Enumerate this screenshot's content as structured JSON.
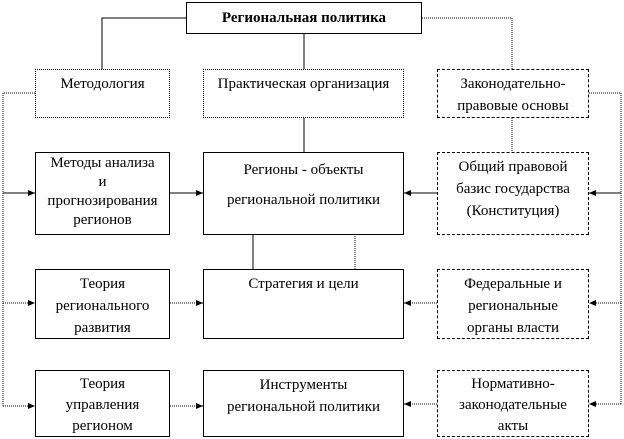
{
  "title": "Региональная политика",
  "columns": {
    "left": {
      "header": [
        "Методология"
      ],
      "items": [
        [
          "Методы анализа",
          "и",
          "прогнозирования",
          "регионов"
        ],
        [
          "Теория",
          "регионального",
          "развития"
        ],
        [
          "Теория",
          "управления",
          "регионом"
        ]
      ]
    },
    "middle": {
      "header": [
        "Практическая организация"
      ],
      "items": [
        [
          "Регионы - объекты",
          "региональной политики"
        ],
        [
          "Стратегия и цели"
        ],
        [
          "Инструменты",
          "региональной политики"
        ]
      ]
    },
    "right": {
      "header": [
        "Законодательно-",
        "правовые основы"
      ],
      "items": [
        [
          "Общий правовой",
          "базис государства",
          "(Конституция)"
        ],
        [
          "Федеральные и",
          "региональные",
          "органы власти"
        ],
        [
          "Нормативно-",
          "законодательные",
          "акты"
        ]
      ]
    }
  }
}
